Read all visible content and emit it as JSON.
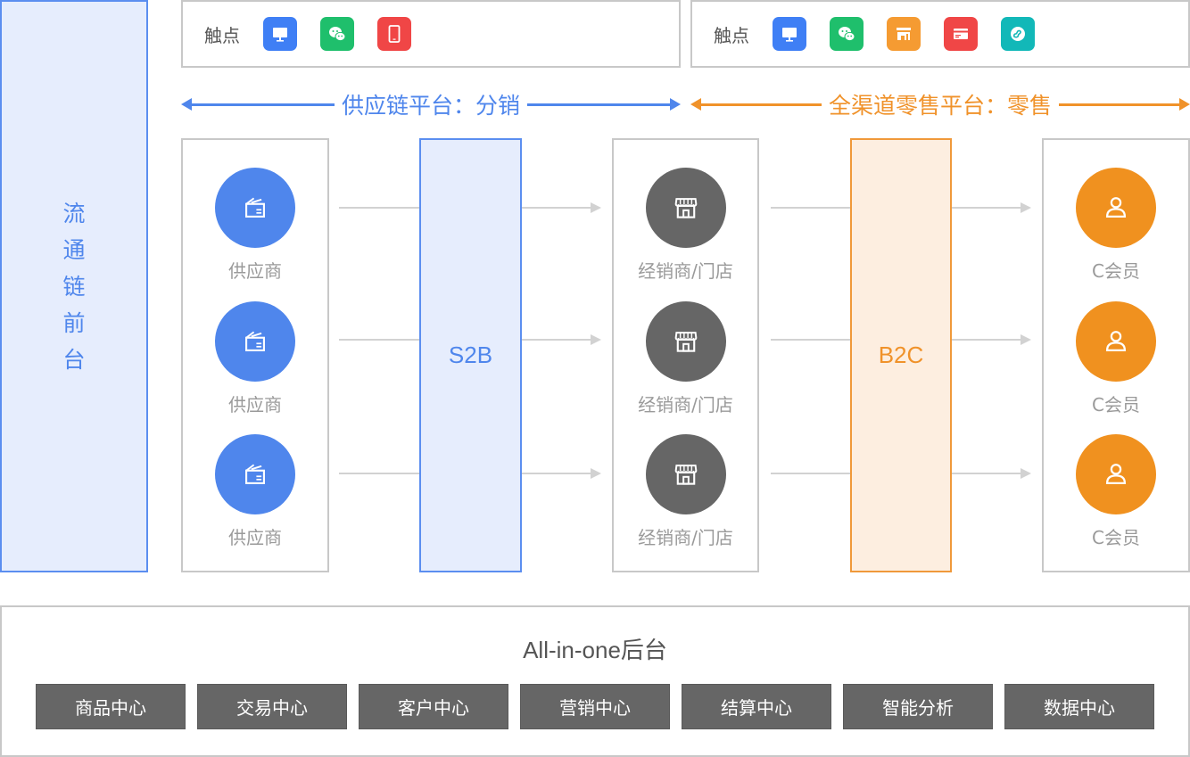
{
  "front_panel": {
    "label_chars": [
      "流",
      "通",
      "链",
      "前",
      "台"
    ],
    "color": "#4f86ec"
  },
  "touchpoints": {
    "left": {
      "label": "触点",
      "icons": [
        {
          "name": "desktop-icon",
          "color": "#3f7ff5"
        },
        {
          "name": "wechat-icon",
          "color": "#1fbf6c"
        },
        {
          "name": "mobile-icon",
          "color": "#f04646"
        }
      ]
    },
    "right": {
      "label": "触点",
      "icons": [
        {
          "name": "desktop-icon",
          "color": "#3f7ff5"
        },
        {
          "name": "wechat-icon",
          "color": "#1fbf6c"
        },
        {
          "name": "store-icon",
          "color": "#f59b32"
        },
        {
          "name": "card-icon",
          "color": "#f04646"
        },
        {
          "name": "mini-program-icon",
          "color": "#12b8b8"
        }
      ]
    }
  },
  "platforms": {
    "supply": {
      "label": "供应链平台：分销",
      "color": "#4f86ec"
    },
    "retail": {
      "label": "全渠道零售平台：零售",
      "color": "#f0922a"
    }
  },
  "columns": {
    "suppliers": {
      "icon": "wallet-icon",
      "color": "#4f86ec",
      "items": [
        "供应商",
        "供应商",
        "供应商"
      ]
    },
    "dealers": {
      "icon": "shop-icon",
      "color": "#666666",
      "items": [
        "经销商/门店",
        "经销商/门店",
        "经销商/门店"
      ]
    },
    "members": {
      "icon": "user-icon",
      "color": "#f0911f",
      "items": [
        "C会员",
        "C会员",
        "C会员"
      ]
    }
  },
  "hubs": {
    "s2b": "S2B",
    "b2c": "B2C"
  },
  "backend": {
    "title": "All-in-one后台",
    "modules": [
      "商品中心",
      "交易中心",
      "客户中心",
      "营销中心",
      "结算中心",
      "智能分析",
      "数据中心"
    ]
  }
}
